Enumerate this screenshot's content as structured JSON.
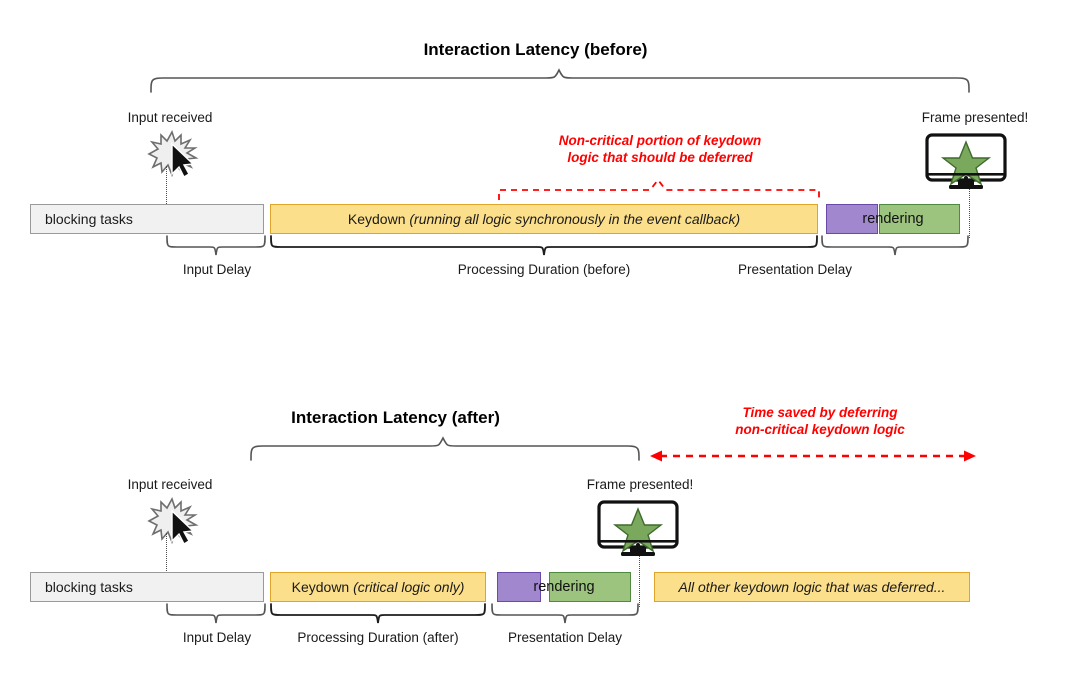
{
  "page": {
    "background": "#ffffff",
    "accent_red": "#ff0000",
    "yellow": "#fcdf8b",
    "purple": "#a188ce",
    "green": "#9cc47e",
    "grey": "#f1f1f1"
  },
  "diagrams": [
    {
      "id": "before",
      "title": "Interaction Latency (before)",
      "start_label": "Input received",
      "end_label": "Frame presented!",
      "annotation": {
        "line1": "Non-critical portion of keydown",
        "line2": "logic that should be deferred"
      },
      "bars": [
        {
          "name": "blocking-tasks",
          "label": "blocking tasks",
          "color": "grey"
        },
        {
          "name": "keydown",
          "label_plain": "Keydown ",
          "label_italic": "(running all logic synchronously in the event callback)",
          "color": "yellow"
        },
        {
          "name": "pre-render",
          "label": "",
          "color": "purple"
        },
        {
          "name": "render",
          "label": "",
          "color": "green"
        }
      ],
      "rendering_label": "rendering",
      "phases": [
        {
          "name": "input-delay",
          "label": "Input Delay"
        },
        {
          "name": "processing-duration",
          "label": "Processing Duration (before)"
        },
        {
          "name": "presentation-delay",
          "label": "Presentation Delay"
        }
      ]
    },
    {
      "id": "after",
      "title": "Interaction Latency (after)",
      "start_label": "Input received",
      "end_label": "Frame presented!",
      "annotation": {
        "line1": "Time saved by deferring",
        "line2": "non-critical keydown logic"
      },
      "bars": [
        {
          "name": "blocking-tasks",
          "label": "blocking tasks",
          "color": "grey"
        },
        {
          "name": "keydown",
          "label_plain": "Keydown ",
          "label_italic": "(critical logic only)",
          "color": "yellow"
        },
        {
          "name": "pre-render",
          "label": "",
          "color": "purple"
        },
        {
          "name": "render",
          "label": "",
          "color": "green"
        },
        {
          "name": "deferred-work",
          "label_italic": "All other keydown logic that was deferred...",
          "color": "yellow"
        }
      ],
      "rendering_label": "rendering",
      "phases": [
        {
          "name": "input-delay",
          "label": "Input Delay"
        },
        {
          "name": "processing-duration",
          "label": "Processing Duration (after)"
        },
        {
          "name": "presentation-delay",
          "label": "Presentation Delay"
        }
      ]
    }
  ],
  "icons": {
    "spark": "spark-burst-icon",
    "cursor": "mouse-cursor-icon",
    "monitor": "monitor-star-icon"
  }
}
